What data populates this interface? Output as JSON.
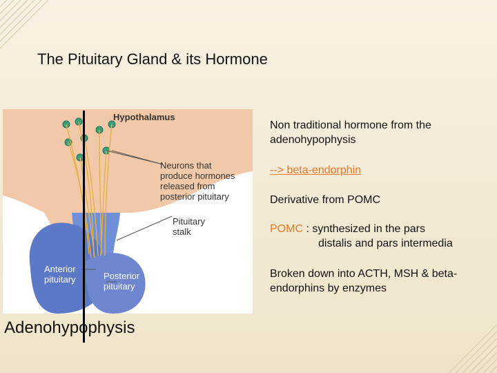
{
  "title": "The Pituitary Gland & its Hormone",
  "figure": {
    "labels": {
      "hypothalamus": "Hypothalamus",
      "neurons_line1": "Neurons that",
      "neurons_line2": "produce hormones",
      "neurons_line3": "released from",
      "neurons_line4": "posterior pituitary",
      "stalk_line1": "Pituitary",
      "stalk_line2": "stalk",
      "anterior_line1": "Anterior",
      "anterior_line2": "pituitary",
      "posterior_line1": "Posterior",
      "posterior_line2": "pituitary"
    }
  },
  "adenohypophysis_label": "Adenohypophysis",
  "text": {
    "line1": "Non traditional hormone from the adenohypophysis",
    "line2": "--> beta-endorphin",
    "line3": "Derivative from POMC",
    "line4_pomc": "POMC",
    "line4_rest_a": " : synthesized in the pars",
    "line4_rest_b": "distalis and pars intermedia",
    "line5": "Broken down into ACTH, MSH & beta-endorphins by enzymes"
  },
  "colors": {
    "accent": "#e87722",
    "background": "#f3ead4",
    "gland_blue": "#5b79c6",
    "neuron_green": "#3aa07a"
  }
}
